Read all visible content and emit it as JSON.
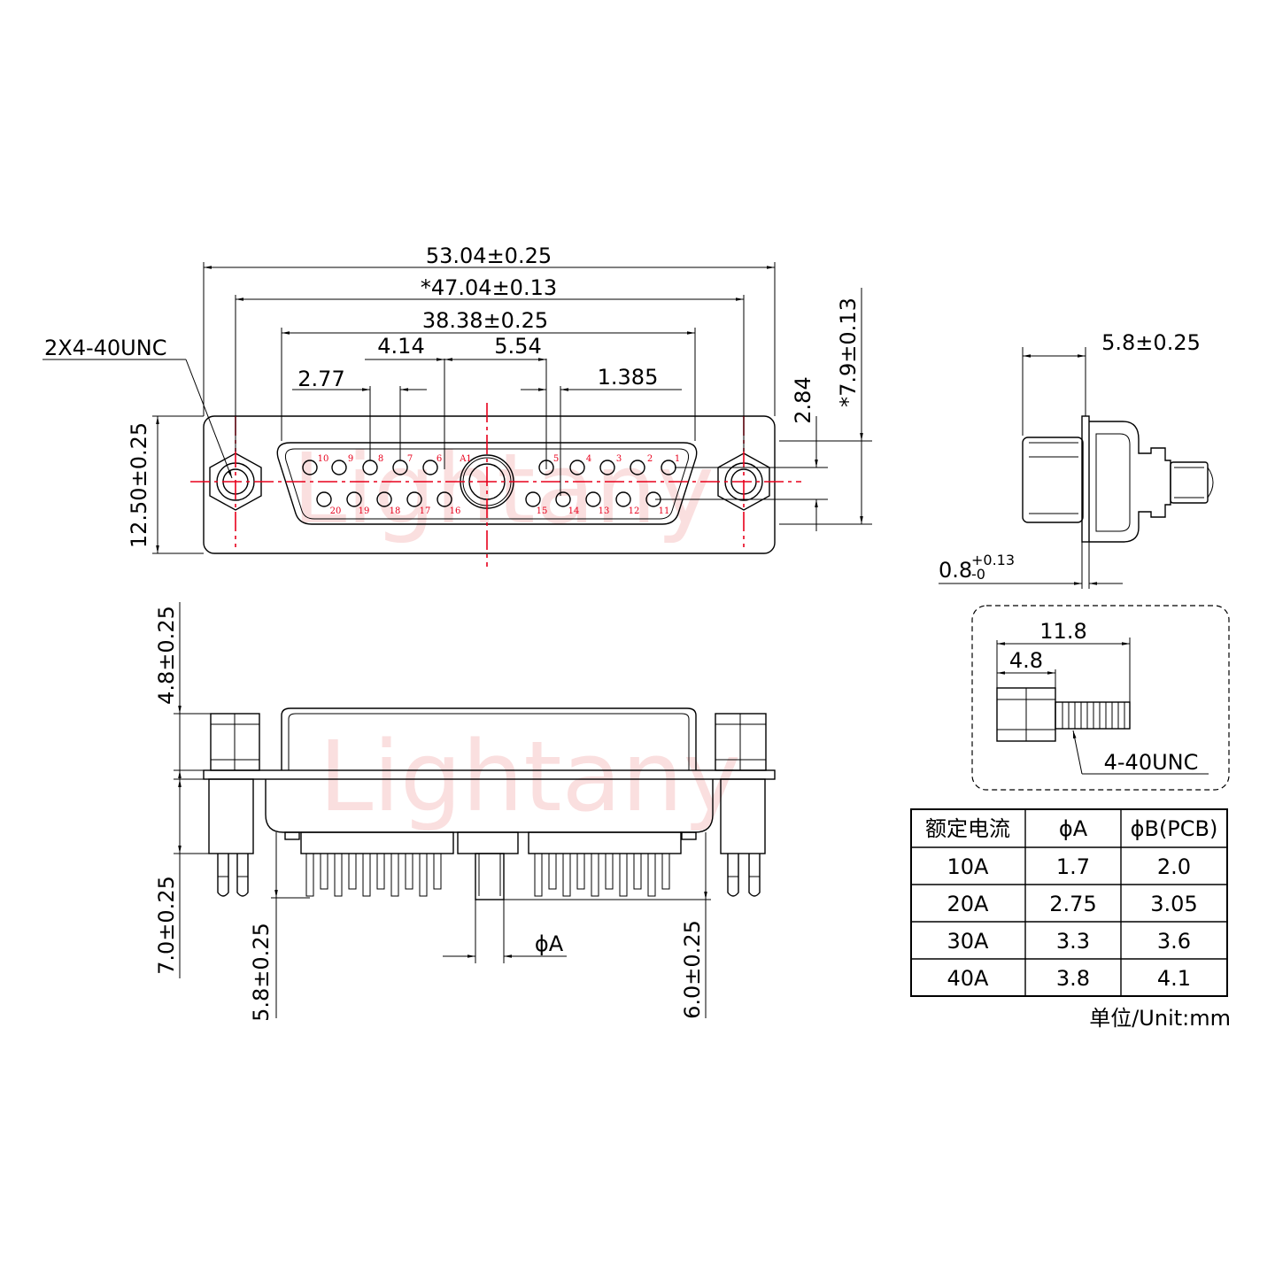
{
  "watermark": "Lightany",
  "front_view": {
    "dims": {
      "overall": "53.04±0.25",
      "mount": "*47.04±0.13",
      "shell": "38.38±0.25",
      "d414": "4.14",
      "d554": "5.54",
      "d277": "2.77",
      "d1385": "1.385",
      "d284": "2.84",
      "d79": "*7.9±0.13",
      "height": "12.50±0.25"
    },
    "callout": "2X4-40UNC",
    "pins_top": [
      "10",
      "9",
      "8",
      "7",
      "6",
      "A1",
      "5",
      "4",
      "3",
      "2",
      "1"
    ],
    "pins_bottom": [
      "20",
      "19",
      "18",
      "17",
      "16",
      "15",
      "14",
      "13",
      "12",
      "11"
    ]
  },
  "side_view": {
    "d58": "5.8±0.25",
    "flange": "0.8",
    "flange_tol_plus": "+0.13",
    "flange_tol_minus": "-0"
  },
  "screw_detail": {
    "d118": "11.8",
    "d48": "4.8",
    "thread": "4-40UNC"
  },
  "bottom_view": {
    "d48": "4.8±0.25",
    "d70": "7.0±0.25",
    "d58": "5.8±0.25",
    "d60": "6.0±0.25",
    "phiA": "ϕA"
  },
  "table": {
    "headers": [
      "额定电流",
      "ϕA",
      "ϕB(PCB)"
    ],
    "rows": [
      [
        "10A",
        "1.7",
        "2.0"
      ],
      [
        "20A",
        "2.75",
        "3.05"
      ],
      [
        "30A",
        "3.3",
        "3.6"
      ],
      [
        "40A",
        "3.8",
        "4.1"
      ]
    ]
  },
  "unit_label": "单位/Unit:mm"
}
